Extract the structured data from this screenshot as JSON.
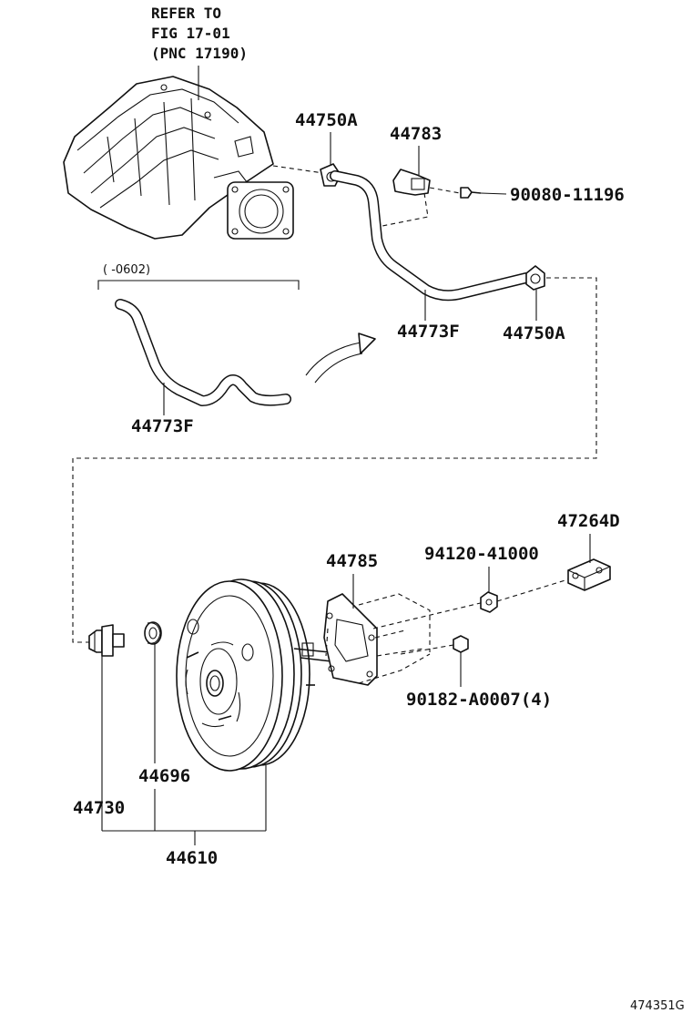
{
  "callouts": {
    "refer_line1": "REFER TO",
    "refer_line2": "FIG 17-01",
    "refer_line3": "(PNC 17190)",
    "clamp_top": "44750A",
    "sensor": "44783",
    "bolt": "90080-11196",
    "hose_new": "44773F",
    "clamp_right": "44750A",
    "date_range": "(      -0602)",
    "hose_old": "44773F",
    "clevis": "47264D",
    "gasket": "44785",
    "nut_large": "94120-41000",
    "nut_small": "90182-A0007(4)",
    "grommet": "44696",
    "check_valve": "44730",
    "booster_assy": "44610",
    "figure_number": "474351G"
  }
}
